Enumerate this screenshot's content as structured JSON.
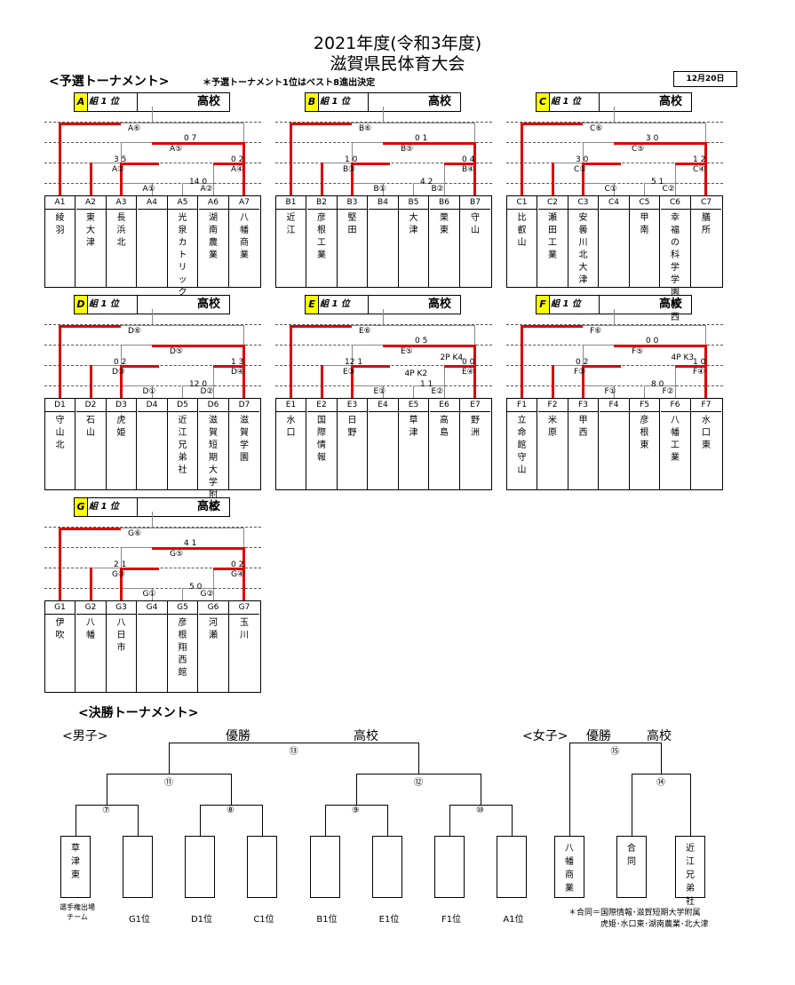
{
  "title_line1": "2021年度(令和3年度)",
  "title_line2": "滋賀県民体育大会",
  "prelim_heading": "<予選トーナメント>",
  "prelim_note": "＊予選トーナメント1位はベスト8進出決定",
  "date": "12月20日",
  "group_rank_label": "組 1 位",
  "school_label": "高校",
  "groups": [
    {
      "letter": "A",
      "codes": [
        "A1",
        "A2",
        "A3",
        "A4",
        "A5",
        "A6",
        "A7"
      ],
      "names": [
        "綾羽",
        "東大津",
        "長浜北",
        "",
        "光泉カトリック",
        "湖南農業",
        "八幡商業"
      ],
      "match_labels": [
        "A⑥",
        "A⑤",
        "A③",
        "A④",
        "A①",
        "A②"
      ],
      "scores": [
        "0 7",
        "3 5",
        "0 2",
        "14 0"
      ]
    },
    {
      "letter": "B",
      "codes": [
        "B1",
        "B2",
        "B3",
        "B4",
        "B5",
        "B6",
        "B7"
      ],
      "names": [
        "近江",
        "彦根工業",
        "堅田",
        "",
        "大津",
        "栗東",
        "守山"
      ],
      "match_labels": [
        "B⑥",
        "B⑤",
        "B③",
        "B④",
        "B①",
        "B②"
      ],
      "scores": [
        "0 1",
        "1 0",
        "0 4",
        "4 2"
      ]
    },
    {
      "letter": "C",
      "codes": [
        "C1",
        "C2",
        "C3",
        "C4",
        "C5",
        "C6",
        "C7"
      ],
      "names": [
        "比叡山",
        "瀬田工業",
        "安曇川北大津",
        "",
        "甲南",
        "幸福の科学学園関西",
        "膳所"
      ],
      "match_labels": [
        "C⑥",
        "C⑤",
        "C③",
        "C④",
        "C①",
        "C②"
      ],
      "scores": [
        "3 0",
        "3 0",
        "1 2",
        "5 1"
      ]
    },
    {
      "letter": "D",
      "codes": [
        "D1",
        "D2",
        "D3",
        "D4",
        "D5",
        "D6",
        "D7"
      ],
      "names": [
        "守山北",
        "石山",
        "虎姫",
        "",
        "近江兄弟社",
        "滋賀短期大学附属",
        "滋賀学園"
      ],
      "match_labels": [
        "D⑥",
        "D⑤",
        "D③",
        "D④",
        "D①",
        "D②"
      ],
      "scores": [
        "",
        "0 2",
        "1 3",
        "12 0"
      ]
    },
    {
      "letter": "E",
      "codes": [
        "E1",
        "E2",
        "E3",
        "E4",
        "E5",
        "E6",
        "E7"
      ],
      "names": [
        "水口",
        "国際情報",
        "日野",
        "",
        "草津",
        "高島",
        "野洲"
      ],
      "match_labels": [
        "E⑥",
        "E⑤",
        "E③",
        "E④",
        "E①",
        "E②"
      ],
      "scores": [
        "0 5",
        "12 1",
        "0 0",
        "1 1"
      ],
      "extra": [
        "2P K4",
        "4P K2"
      ]
    },
    {
      "letter": "F",
      "codes": [
        "F1",
        "F2",
        "F3",
        "F4",
        "F5",
        "F6",
        "F7"
      ],
      "names": [
        "立命館守山",
        "米原",
        "甲西",
        "",
        "彦根東",
        "八幡工業",
        "水口東"
      ],
      "match_labels": [
        "F⑥",
        "F⑤",
        "F③",
        "F④",
        "F①",
        "F②"
      ],
      "scores": [
        "0 0",
        "0 2",
        "1 0",
        "8 0"
      ],
      "extra": [
        "4P K3"
      ]
    },
    {
      "letter": "G",
      "codes": [
        "G1",
        "G2",
        "G3",
        "G4",
        "G5",
        "G6",
        "G7"
      ],
      "names": [
        "伊吹",
        "八幡",
        "八日市",
        "",
        "彦根翔西館",
        "河瀬",
        "玉川"
      ],
      "match_labels": [
        "G⑥",
        "G⑤",
        "G③",
        "G④",
        "G①",
        "G②"
      ],
      "scores": [
        "4 1",
        "2 1",
        "0 2",
        "5 0"
      ]
    }
  ],
  "final": {
    "heading": "<決勝トーナメント>",
    "boys_label": "<男子>",
    "girls_label": "<女子>",
    "champion_label": "優勝",
    "school_label": "高校",
    "rounds": [
      "⑬",
      "⑪",
      "⑫",
      "⑦",
      "⑧",
      "⑨",
      "⑩"
    ],
    "girls_rounds": [
      "⑮",
      "⑭"
    ],
    "boys_boxes": [
      "草津東",
      "",
      "",
      "",
      "",
      "",
      "",
      ""
    ],
    "boys_labels": [
      "選手権出場チーム",
      "G1位",
      "D1位",
      "C1位",
      "B1位",
      "E1位",
      "F1位",
      "A1位"
    ],
    "girls_boxes": [
      "八幡商業",
      "合同",
      "近江兄弟社"
    ],
    "footnote_line1": "＊合同＝国際情報･滋賀短期大学附属",
    "footnote_line2": "虎姫･水口東･湖南農業･北大津"
  }
}
